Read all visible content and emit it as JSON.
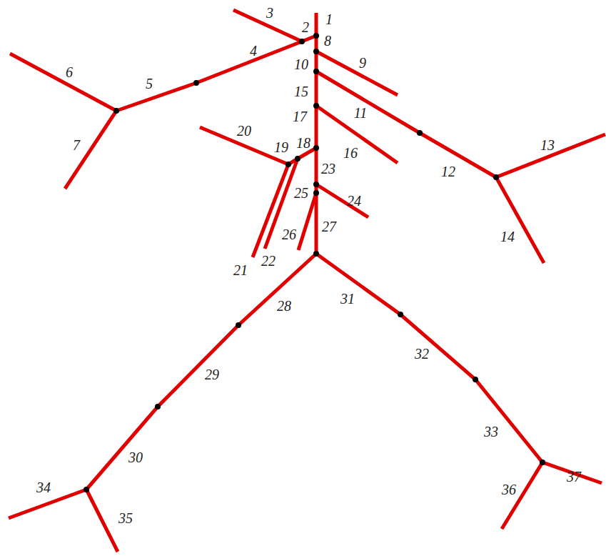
{
  "diagram": {
    "labels": [
      "1",
      "2",
      "3",
      "4",
      "5",
      "6",
      "7",
      "8",
      "9",
      "10",
      "11",
      "12",
      "13",
      "14",
      "15",
      "16",
      "17",
      "18",
      "19",
      "20",
      "21",
      "22",
      "23",
      "24",
      "25",
      "26",
      "27",
      "28",
      "29",
      "30",
      "31",
      "32",
      "33",
      "34",
      "35",
      "36",
      "37"
    ]
  }
}
